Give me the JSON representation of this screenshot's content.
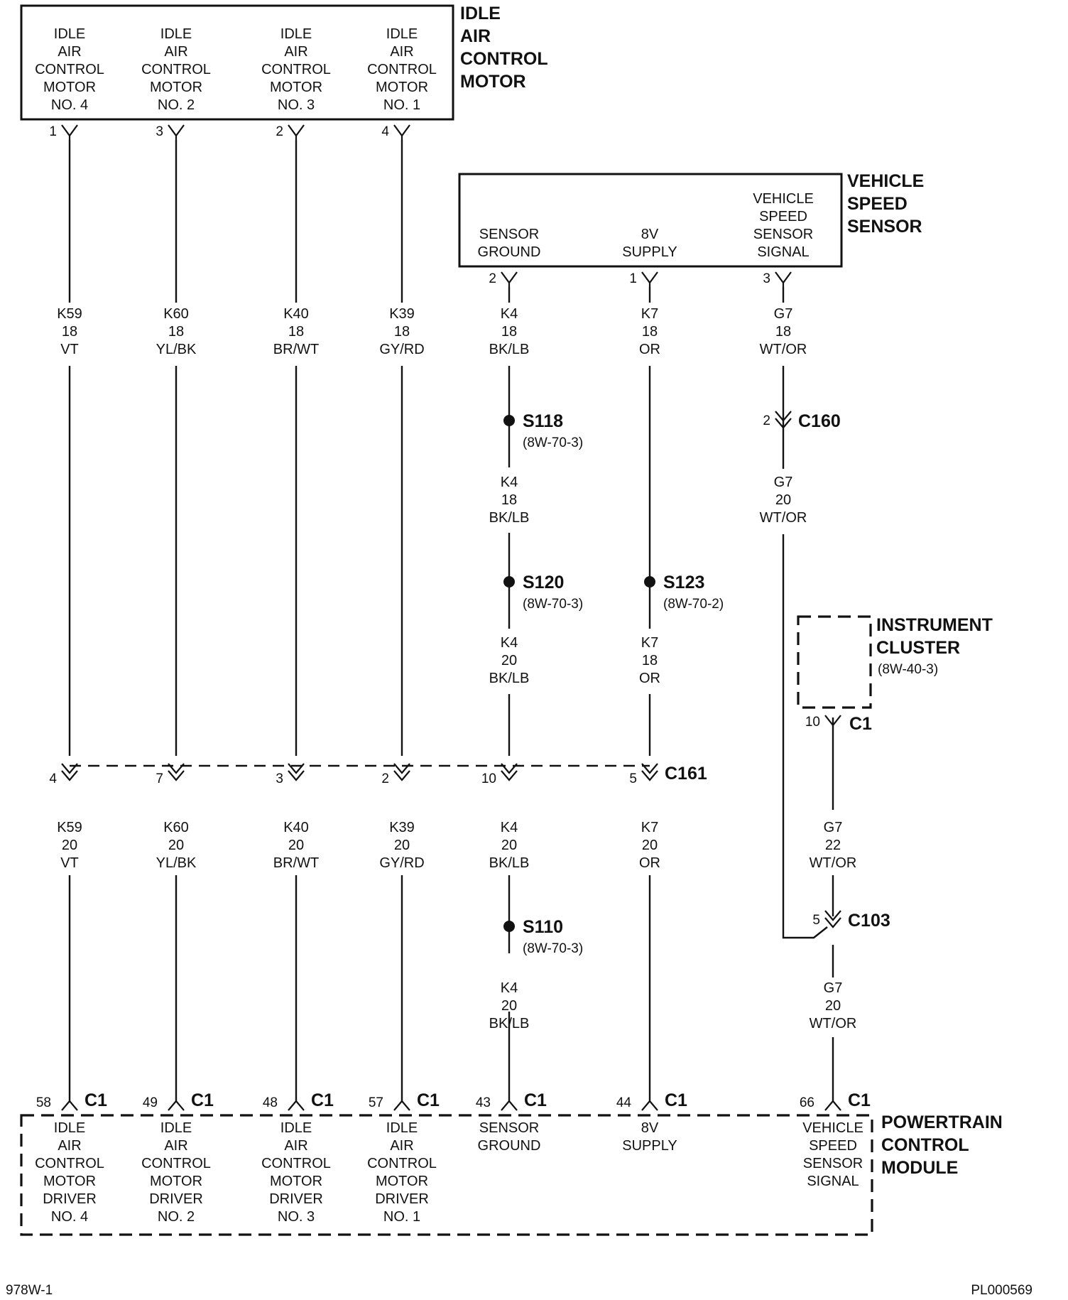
{
  "iac_module": {
    "title": [
      "IDLE",
      "AIR",
      "CONTROL",
      "MOTOR"
    ],
    "cols": [
      {
        "lines": [
          "IDLE",
          "AIR",
          "CONTROL",
          "MOTOR",
          "NO. 4"
        ],
        "pin": "1"
      },
      {
        "lines": [
          "IDLE",
          "AIR",
          "CONTROL",
          "MOTOR",
          "NO. 2"
        ],
        "pin": "3"
      },
      {
        "lines": [
          "IDLE",
          "AIR",
          "CONTROL",
          "MOTOR",
          "NO. 3"
        ],
        "pin": "2"
      },
      {
        "lines": [
          "IDLE",
          "AIR",
          "CONTROL",
          "MOTOR",
          "NO. 1"
        ],
        "pin": "4"
      }
    ]
  },
  "vss_module": {
    "title": [
      "VEHICLE",
      "SPEED",
      "SENSOR"
    ],
    "cols": [
      {
        "lines": [
          "SENSOR",
          "GROUND"
        ],
        "pin": "2"
      },
      {
        "lines": [
          "8V",
          "SUPPLY"
        ],
        "pin": "1"
      },
      {
        "lines": [
          "VEHICLE",
          "SPEED",
          "SENSOR",
          "SIGNAL"
        ],
        "pin": "3"
      }
    ]
  },
  "wires_top": [
    {
      "circuit": "K59",
      "gauge": "18",
      "color": "VT"
    },
    {
      "circuit": "K60",
      "gauge": "18",
      "color": "YL/BK"
    },
    {
      "circuit": "K40",
      "gauge": "18",
      "color": "BR/WT"
    },
    {
      "circuit": "K39",
      "gauge": "18",
      "color": "GY/RD"
    },
    {
      "circuit": "K4",
      "gauge": "18",
      "color": "BK/LB"
    },
    {
      "circuit": "K7",
      "gauge": "18",
      "color": "OR"
    },
    {
      "circuit": "G7",
      "gauge": "18",
      "color": "WT/OR"
    }
  ],
  "wires_mid": [
    {
      "circuit": "K4",
      "gauge": "18",
      "color": "BK/LB"
    },
    {
      "circuit": "G7",
      "gauge": "20",
      "color": "WT/OR"
    },
    {
      "circuit": "K4",
      "gauge": "20",
      "color": "BK/LB"
    },
    {
      "circuit": "K7",
      "gauge": "18",
      "color": "OR"
    }
  ],
  "wires_bottom": [
    {
      "circuit": "K59",
      "gauge": "20",
      "color": "VT"
    },
    {
      "circuit": "K60",
      "gauge": "20",
      "color": "YL/BK"
    },
    {
      "circuit": "K40",
      "gauge": "20",
      "color": "BR/WT"
    },
    {
      "circuit": "K39",
      "gauge": "20",
      "color": "GY/RD"
    },
    {
      "circuit": "K4",
      "gauge": "20",
      "color": "BK/LB"
    },
    {
      "circuit": "K7",
      "gauge": "20",
      "color": "OR"
    },
    {
      "circuit": "G7",
      "gauge": "22",
      "color": "WT/OR"
    },
    {
      "circuit": "K4",
      "gauge": "20",
      "color": "BK/LB"
    },
    {
      "circuit": "G7",
      "gauge": "20",
      "color": "WT/OR"
    }
  ],
  "splices": [
    {
      "name": "S118",
      "ref": "(8W-70-3)"
    },
    {
      "name": "S120",
      "ref": "(8W-70-3)"
    },
    {
      "name": "S123",
      "ref": "(8W-70-2)"
    },
    {
      "name": "S110",
      "ref": "(8W-70-3)"
    }
  ],
  "connectors": {
    "c160": {
      "name": "C160",
      "pin": "2"
    },
    "c161": {
      "name": "C161",
      "pins": [
        "4",
        "7",
        "3",
        "2",
        "10",
        "5"
      ]
    },
    "c103": {
      "name": "C103",
      "pin": "5"
    },
    "cluster_c1": {
      "name": "C1",
      "pin": "10"
    }
  },
  "instrument_cluster": {
    "title": [
      "INSTRUMENT",
      "CLUSTER"
    ],
    "ref": "(8W-40-3)"
  },
  "pcm": {
    "title": [
      "POWERTRAIN",
      "CONTROL",
      "MODULE"
    ],
    "connector": "C1",
    "cols": [
      {
        "pin": "58",
        "lines": [
          "IDLE",
          "AIR",
          "CONTROL",
          "MOTOR",
          "DRIVER",
          "NO. 4"
        ]
      },
      {
        "pin": "49",
        "lines": [
          "IDLE",
          "AIR",
          "CONTROL",
          "MOTOR",
          "DRIVER",
          "NO. 2"
        ]
      },
      {
        "pin": "48",
        "lines": [
          "IDLE",
          "AIR",
          "CONTROL",
          "MOTOR",
          "DRIVER",
          "NO. 3"
        ]
      },
      {
        "pin": "57",
        "lines": [
          "IDLE",
          "AIR",
          "CONTROL",
          "MOTOR",
          "DRIVER",
          "NO. 1"
        ]
      },
      {
        "pin": "43",
        "lines": [
          "SENSOR",
          "GROUND"
        ]
      },
      {
        "pin": "44",
        "lines": [
          "8V",
          "SUPPLY"
        ]
      },
      {
        "pin": "66",
        "lines": [
          "VEHICLE",
          "SPEED",
          "SENSOR",
          "SIGNAL"
        ]
      }
    ]
  },
  "footer": {
    "left": "978W-1",
    "right": "PL000569"
  }
}
